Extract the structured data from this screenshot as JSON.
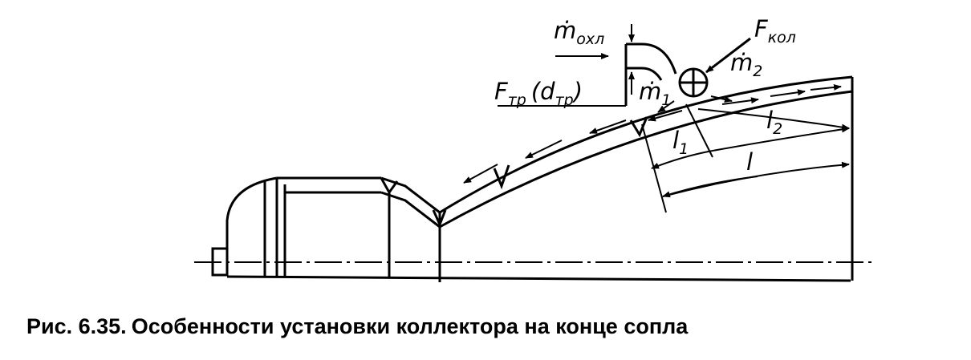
{
  "labels": {
    "m_cool": {
      "main": "ṁ",
      "sub": "охл"
    },
    "f_tube": {
      "main": "F",
      "sub": "тр",
      "paren_open": "(d",
      "paren_sub": "тр",
      "paren_close": ")"
    },
    "f_col": {
      "main": "F",
      "sub": "кол"
    },
    "m1": {
      "main": "ṁ",
      "sub": "1"
    },
    "m2": {
      "main": "ṁ",
      "sub": "2"
    },
    "l1": {
      "main": "l",
      "sub": "1"
    },
    "l2": {
      "main": "l",
      "sub": "2"
    },
    "l": {
      "main": "l"
    }
  },
  "caption": {
    "number": "Рис. 6.35.",
    "text": "Особенности установки коллектора на конце сопла"
  }
}
